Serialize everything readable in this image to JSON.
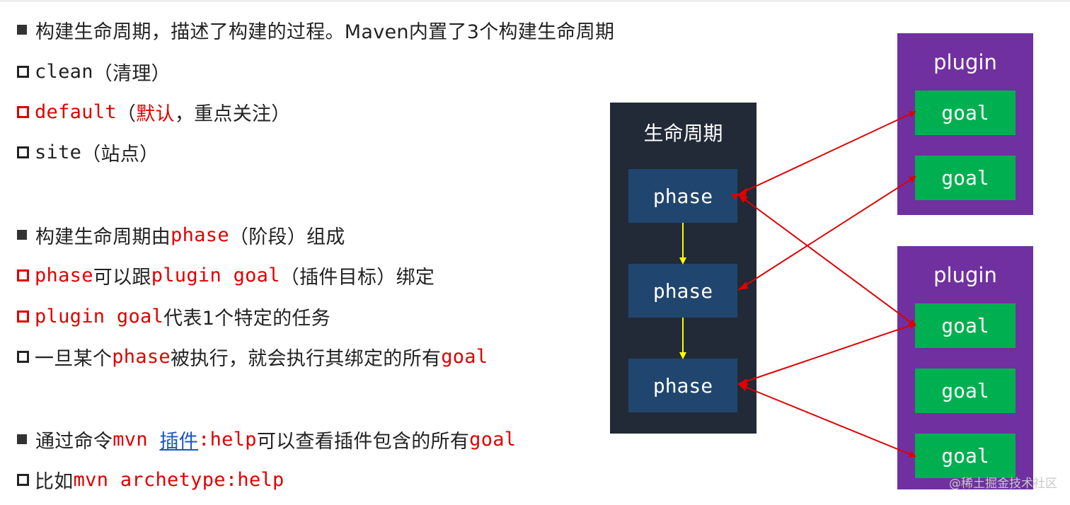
{
  "text_lines": {
    "l1": {
      "text": "构建生命周期，描述了构建的过程。Maven内置了3个构建生命周期"
    },
    "l2": {
      "a": "clean",
      "b": "（清理）"
    },
    "l3": {
      "a": "default",
      "b": "（",
      "c": "默认",
      "d": "，重点关注）"
    },
    "l4": {
      "a": "site",
      "b": "（站点）"
    },
    "l5": {
      "a": "构建生命周期由",
      "b": "phase",
      "c": "（阶段）组成"
    },
    "l6": {
      "a": "phase",
      "b": "可以跟",
      "c": "plugin goal",
      "d": "（插件目标）绑定"
    },
    "l7": {
      "a": "plugin goal",
      "b": "代表1个特定的任务"
    },
    "l8": {
      "a": "一旦某个",
      "b": "phase",
      "c": "被执行，就会执行其绑定的所有",
      "d": "goal"
    },
    "l9": {
      "a": "通过命令",
      "b": "mvn ",
      "c": "插件",
      "d": ":help",
      "e": "可以查看插件包含的所有",
      "f": "goal"
    },
    "l10": {
      "a": "比如",
      "b": "mvn archetype:help"
    }
  },
  "diagram": {
    "lifecycle_title": "生命周期",
    "phases": [
      "phase",
      "phase",
      "phase"
    ],
    "plugins": [
      {
        "title": "plugin",
        "goals": [
          "goal",
          "goal"
        ]
      },
      {
        "title": "plugin",
        "goals": [
          "goal",
          "goal",
          "goal"
        ]
      }
    ]
  },
  "watermark": "@稀土掘金技术社区",
  "colors": {
    "lifecycle_bg": "#212a36",
    "phase_bg": "#20466f",
    "plugin_bg": "#7030a0",
    "goal_bg": "#00b050",
    "arrow_red": "#e00000",
    "arrow_yellow": "#ffff00",
    "highlight_red": "#e00000",
    "link_blue": "#1a56c8"
  }
}
